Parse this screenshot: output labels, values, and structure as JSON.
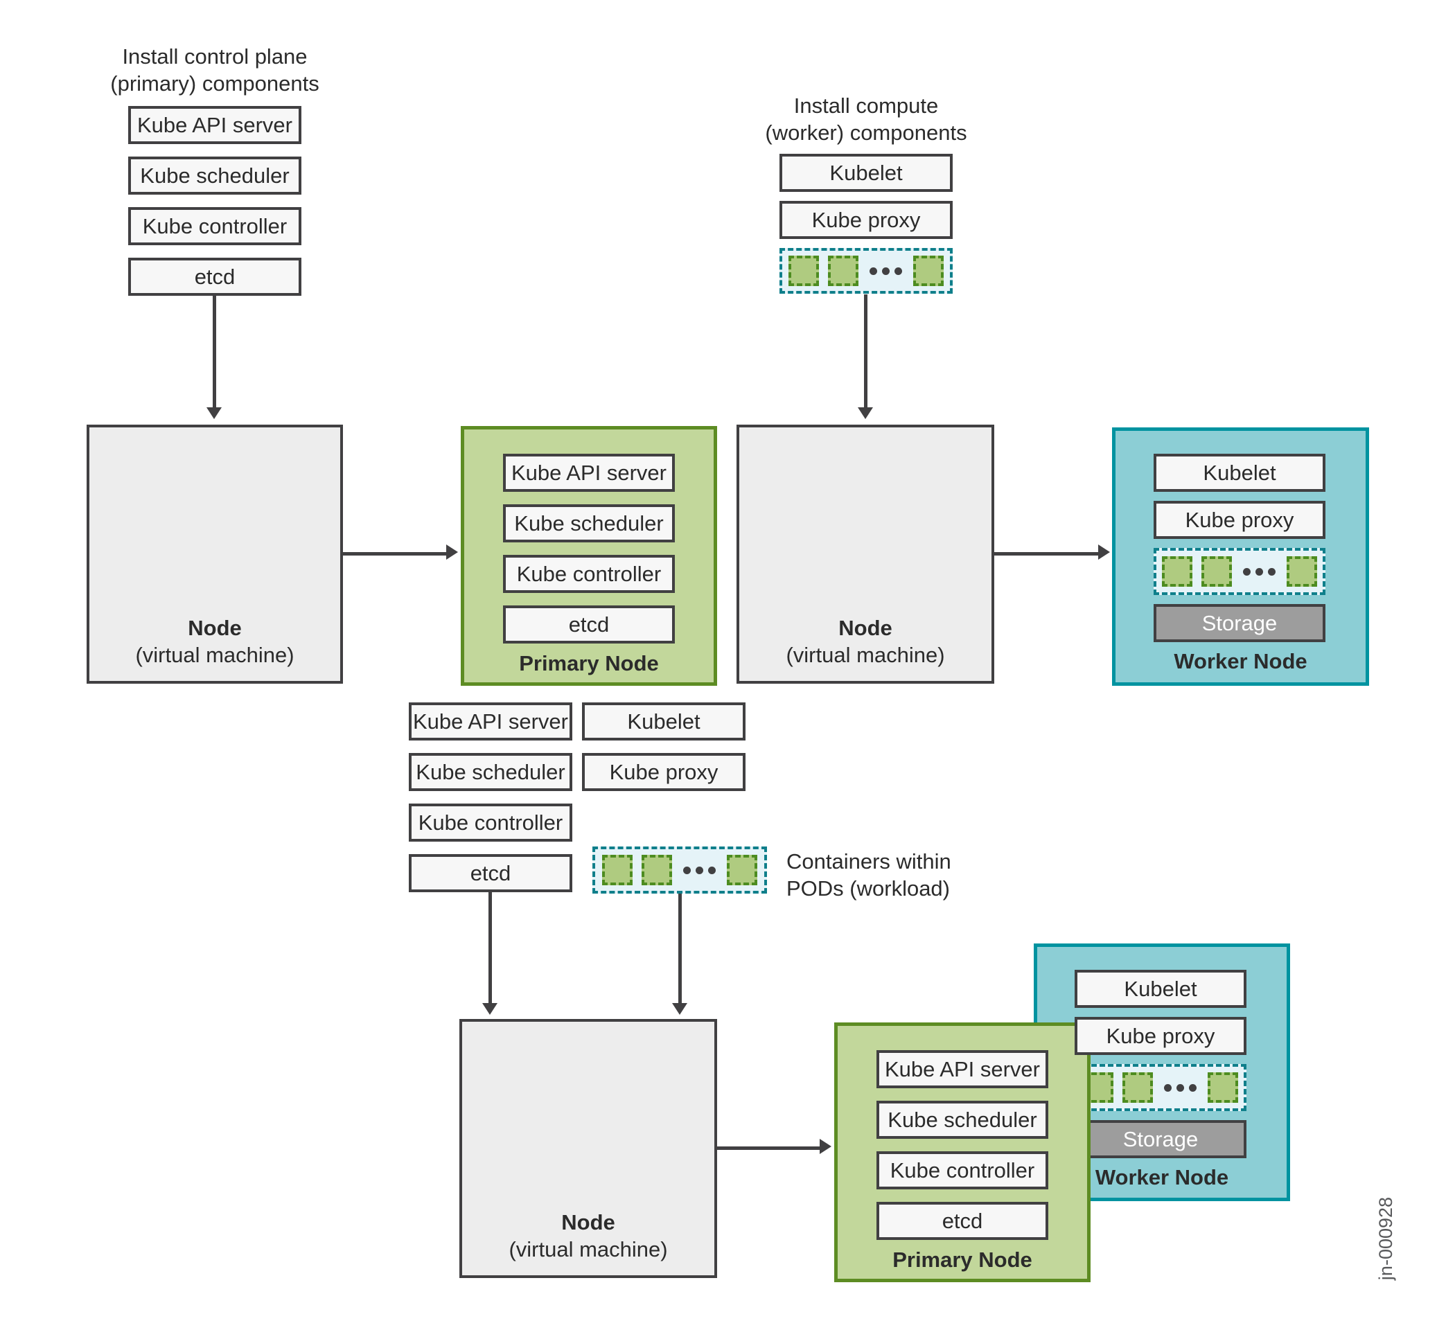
{
  "headings": {
    "control_plane_line1": "Install control plane",
    "control_plane_line2": "(primary) components",
    "compute_line1": "Install compute",
    "compute_line2": "(worker) components"
  },
  "components": {
    "kube_api_server": "Kube API server",
    "kube_scheduler": "Kube scheduler",
    "kube_controller": "Kube controller",
    "etcd": "etcd",
    "kubelet": "Kubelet",
    "kube_proxy": "Kube proxy"
  },
  "node": {
    "title": "Node",
    "subtitle": "(virtual machine)"
  },
  "primary_node_label": "Primary Node",
  "worker_node_label": "Worker Node",
  "storage_label": "Storage",
  "pods_annotation_line1": "Containers within",
  "pods_annotation_line2": "PODs (workload)",
  "figure_id": "jn-000928",
  "colors": {
    "primary_node_fill": "#c2d79b",
    "primary_node_border": "#5d8c23",
    "worker_node_fill": "#8cced5",
    "worker_node_border": "#0093a0",
    "node_fill": "#ededed",
    "component_box_fill": "#f7f7f7",
    "dark_border": "#414042",
    "pod_strip_fill": "#e5f3f8",
    "pod_strip_border": "#0f7f8b",
    "pod_fill": "#afcb80",
    "pod_border": "#4d8c20",
    "storage_fill": "#9d9d9d",
    "figure_id_color": "#58595b"
  }
}
